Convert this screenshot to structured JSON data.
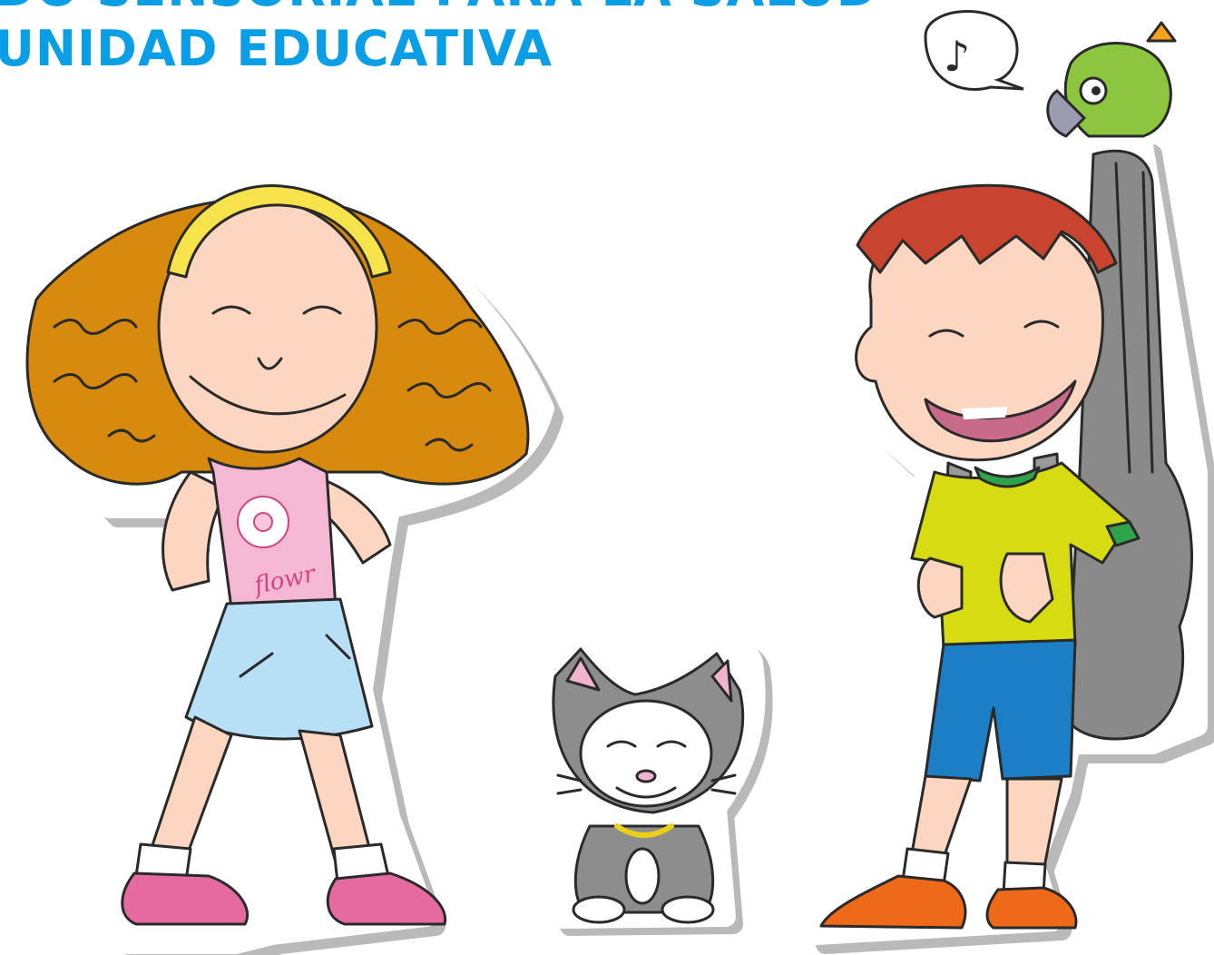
{
  "header": {
    "line1": "DO SENSORIAL PARA LA SALUD",
    "line2": "UNIDAD EDUCATIVA"
  },
  "badges": {
    "flower_shirt_text": "flowr"
  },
  "colors": {
    "title_blue": "#0a9ee6",
    "girl_hair": "#d88a0e",
    "girl_shirt": "#f4b8d4",
    "girl_skirt": "#b7e0f6",
    "boy_shirt": "#d7dc12",
    "boy_shorts": "#1c7ec5",
    "guitar_case": "#8a8a8a",
    "cat_fur": "#8d8d8d",
    "parrot": "#8cc63e"
  },
  "icons": [
    "music-note-icon",
    "speech-bubble-icon"
  ]
}
